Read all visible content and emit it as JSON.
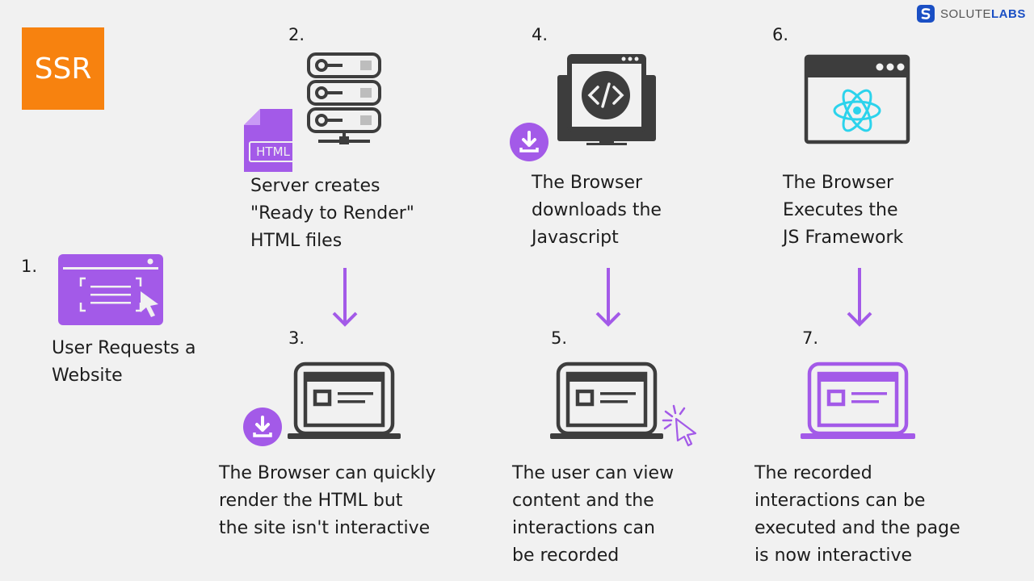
{
  "badge": {
    "text": "SSR",
    "color": "#f7820f"
  },
  "brand": {
    "name_regular": "SOLUTE",
    "name_bold": "LABS",
    "icon": "solutelabs-logo-icon"
  },
  "colors": {
    "purple": "#a35ae8",
    "dark": "#3d3d3d",
    "react": "#2bd3ec",
    "background": "#f1f1f1"
  },
  "steps": [
    {
      "number": "1.",
      "label": "User Requests a\nWebsite",
      "icon": "browser-window-cursor-icon"
    },
    {
      "number": "2.",
      "label": "Server creates\n\"Ready to Render\"\nHTML files",
      "icon": "server-html-file-icon",
      "file_label": "HTML"
    },
    {
      "number": "3.",
      "label": "The Browser can quickly\nrender the HTML but\nthe site isn't interactive",
      "icon": "laptop-download-icon"
    },
    {
      "number": "4.",
      "label": "The Browser\ndownloads the\nJavascript",
      "icon": "monitor-code-download-icon"
    },
    {
      "number": "5.",
      "label": "The user can view\ncontent and the\ninteractions can\nbe recorded",
      "icon": "laptop-click-icon"
    },
    {
      "number": "6.",
      "label": "The Browser\nExecutes the\nJS Framework",
      "icon": "browser-react-icon"
    },
    {
      "number": "7.",
      "label": "The recorded\ninteractions can be\nexecuted and the page\nis now interactive",
      "icon": "laptop-purple-icon"
    }
  ]
}
